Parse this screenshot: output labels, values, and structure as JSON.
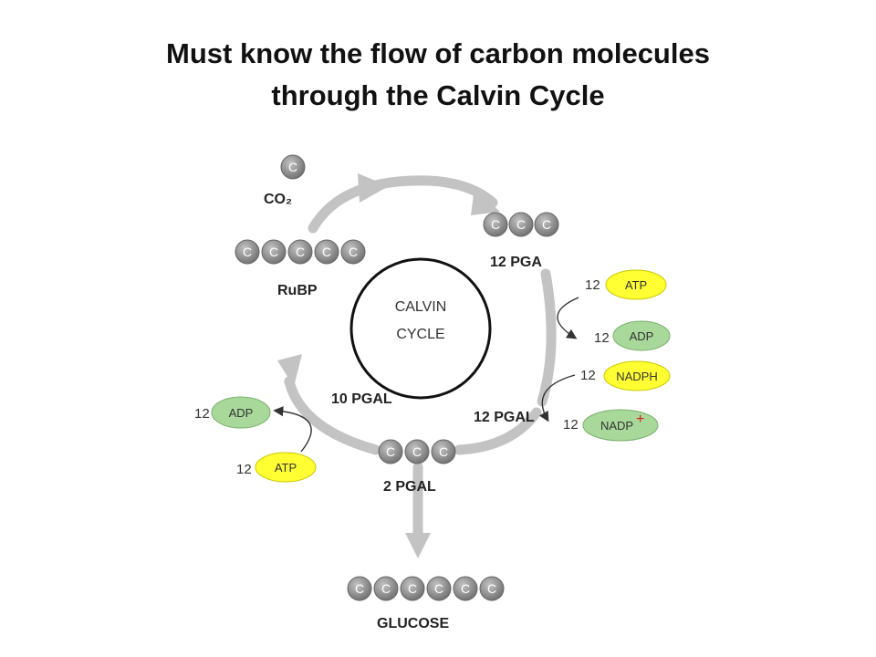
{
  "title": {
    "line1": "Must know the flow of carbon molecules",
    "line2": "through the Calvin Cycle"
  },
  "center": {
    "line1": "CALVIN",
    "line2": "CYCLE"
  },
  "carbon_symbol": "C",
  "molecules": {
    "co2": "CO₂",
    "rubp": "RuBP",
    "pga": "12 PGA",
    "pgal_right": "12 PGAL",
    "pgal_left": "10 PGAL",
    "pgal_bottom": "2 PGAL",
    "glucose": "GLUCOSE"
  },
  "inputs_right": [
    {
      "count": "12",
      "name": "ATP",
      "color": "#ffff33"
    },
    {
      "count": "12",
      "name": "ADP",
      "color": "#a8d89a"
    },
    {
      "count": "12",
      "name": "NADPH",
      "color": "#ffff33"
    },
    {
      "count": "12",
      "name": "NADP",
      "sup": "+",
      "color": "#a8d89a"
    }
  ],
  "inputs_left": [
    {
      "count": "12",
      "name": "ADP",
      "color": "#a8d89a"
    },
    {
      "count": "12",
      "name": "ATP",
      "color": "#ffff33"
    }
  ]
}
